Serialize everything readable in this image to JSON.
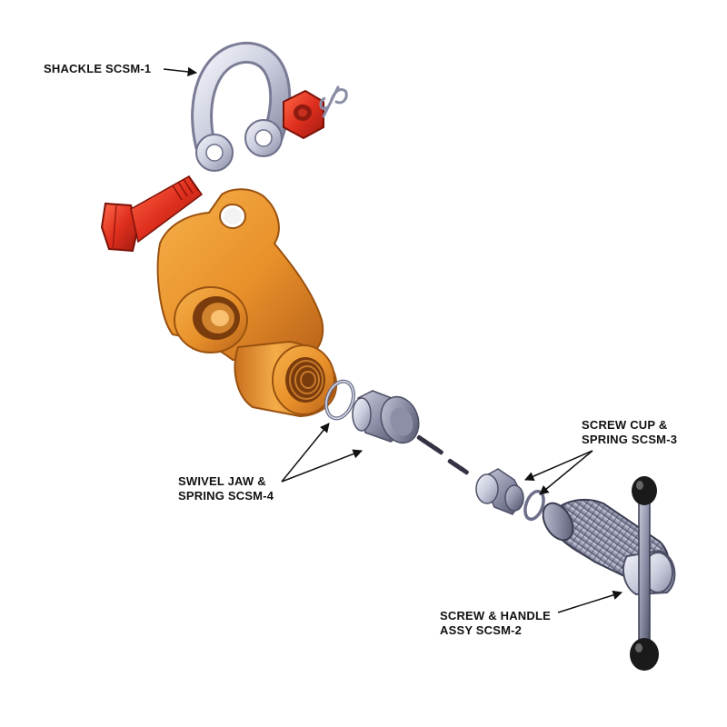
{
  "labels": {
    "shackle": "SHACKLE SCSM-1",
    "screw_cup_line1": "SCREW CUP &",
    "screw_cup_line2": "SPRING SCSM-3",
    "swivel_jaw_line1": "SWIVEL JAW &",
    "swivel_jaw_line2": "SPRING SCSM-4",
    "screw_handle_line1": "SCREW & HANDLE",
    "screw_handle_line2": "ASSY SCSM-2"
  },
  "colors": {
    "background": "#ffffff",
    "body_orange": "#e8902a",
    "body_orange_dark": "#b8621a",
    "bolt_red": "#e0301e",
    "bolt_red_dark": "#a01a10",
    "steel_light": "#d8dbe8",
    "steel_dark": "#6d6f8a",
    "handle_black": "#1a1a1a",
    "label_text": "#111111"
  }
}
